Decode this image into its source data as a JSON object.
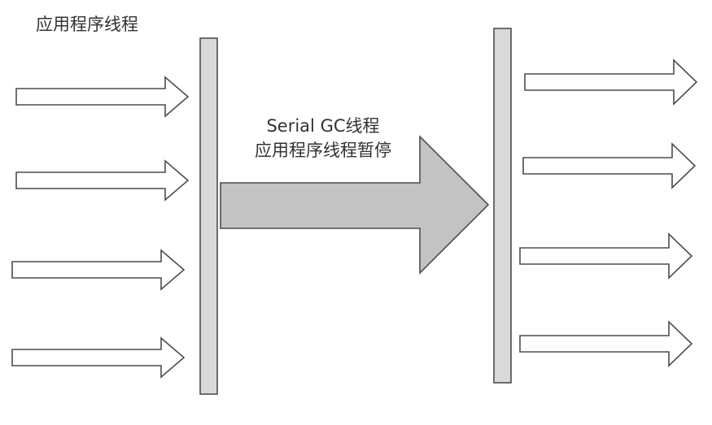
{
  "diagram": {
    "app_thread_label": "应用程序线程",
    "gc_thread_label": "Serial GC线程",
    "pause_label": "应用程序线程暂停",
    "colors": {
      "bar_fill": "#d9d9d9",
      "gc_arrow_fill": "#c3c3c3",
      "outline": "#4d4d4d",
      "text": "#333333"
    },
    "left_threads_count": 4,
    "right_threads_count": 4
  }
}
